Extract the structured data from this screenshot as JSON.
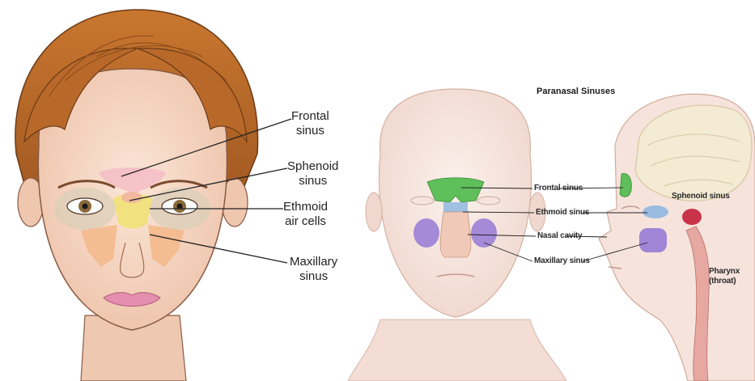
{
  "left_diagram": {
    "labels": {
      "frontal": "Frontal\nsinus",
      "sphenoid": "Sphenoid\nsinus",
      "ethmoid": "Ethmoid\nair cells",
      "maxillary": "Maxillary\nsinus"
    },
    "colors": {
      "frontal": "#f4bfc6",
      "ethmoid": "#f0e07a",
      "sphenoid": "#f1b5a0",
      "maxillary": "#f4b98c",
      "hair": "#b8692a",
      "skin": "#f7d8c4"
    }
  },
  "right_diagram": {
    "title": "Paranasal Sinuses",
    "labels": {
      "frontal": "Frontal sinus",
      "ethmoid": "Ethmoid sinus",
      "nasal": "Nasal cavity",
      "maxillary": "Maxillary sinus",
      "sphenoid": "Sphenoid sinus",
      "pharynx": "Pharynx\n(throat)"
    },
    "colors": {
      "frontal": "#5fbf5a",
      "ethmoid": "#8fb7e0",
      "maxillary": "#9b7fd6",
      "sphenoid": "#c8334a",
      "brain": "#f3ebd4",
      "skin": "#f6e3dc"
    }
  }
}
